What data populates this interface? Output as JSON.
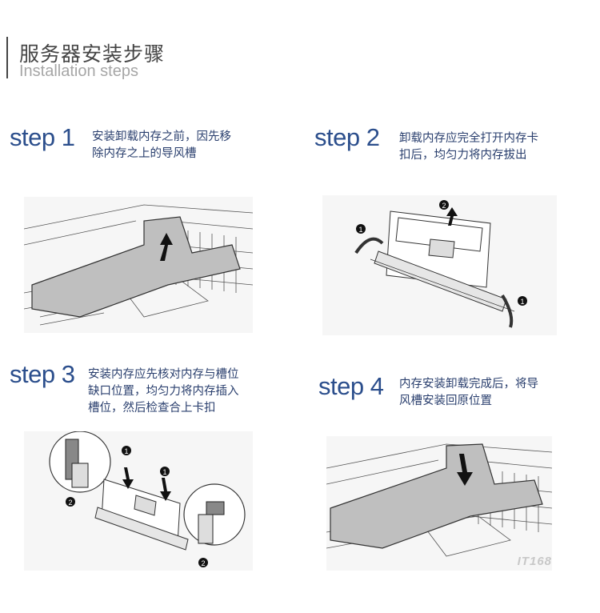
{
  "header": {
    "title_zh": "服务器安装步骤",
    "title_en": "Installation steps"
  },
  "steps": [
    {
      "label": "step 1",
      "lines": [
        "安装卸载内存之前，因先移",
        "除内存之上的导风槽"
      ]
    },
    {
      "label": "step 2",
      "lines": [
        "卸载内存应完全打开内存卡",
        "扣后，均匀力将内存拔出"
      ]
    },
    {
      "label": "step 3",
      "lines": [
        "安装内存应先核对内存与槽位",
        "缺口位置，均匀力将内存插入",
        "槽位，然后检查合上卡扣"
      ]
    },
    {
      "label": "step 4",
      "lines": [
        "内存安装卸载完成后，将导",
        "风槽安装回原位置"
      ]
    }
  ],
  "callouts": {
    "one": "1",
    "two": "2"
  },
  "watermark": "IT168",
  "colors": {
    "step_blue": "#2b4e8c",
    "desc_blue": "#2a3f6e",
    "title_gray": "#444444",
    "subtitle_gray": "#a6a6a6"
  }
}
